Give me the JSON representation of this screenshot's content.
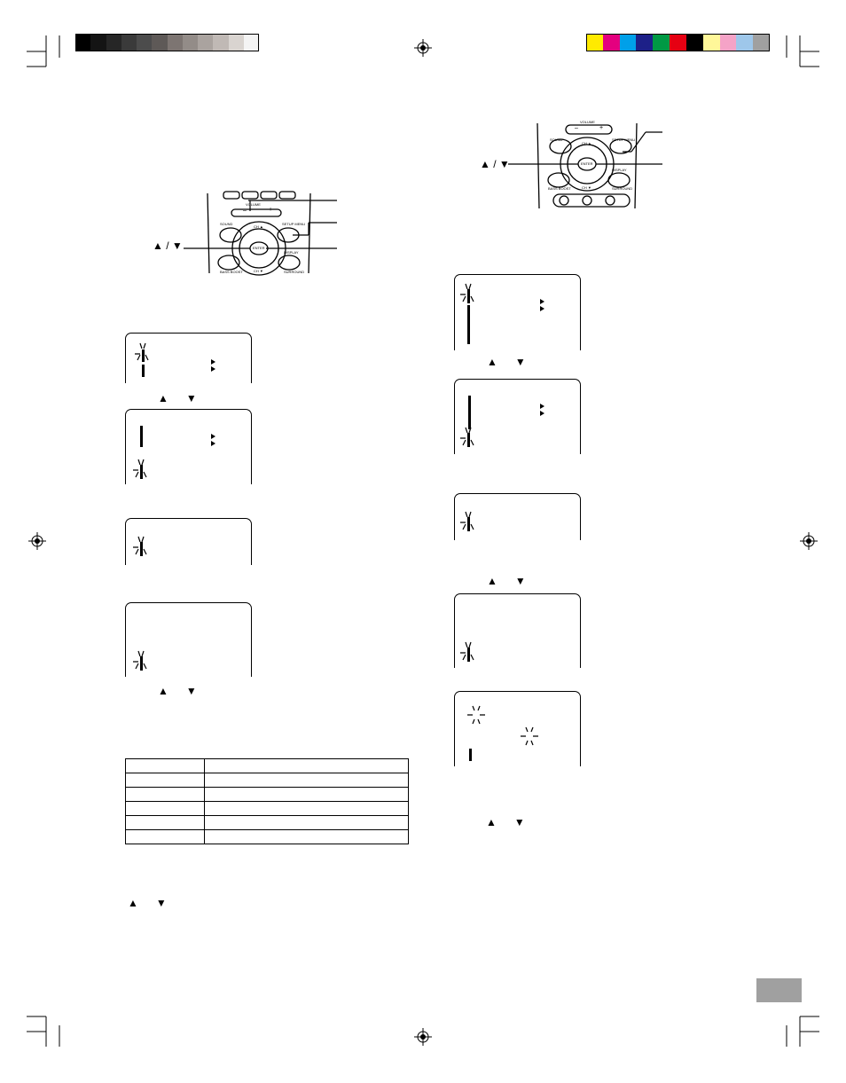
{
  "colors": {
    "grayscale_bar": [
      "#000000",
      "#141414",
      "#262626",
      "#3a3a3a",
      "#4c4c4c",
      "#5e5957",
      "#7d7572",
      "#938c88",
      "#aaa39f",
      "#c0b9b5",
      "#d9d4d0",
      "#f4f4f4"
    ],
    "color_bar": [
      "#ffea00",
      "#e4007f",
      "#00a0e9",
      "#1d2088",
      "#009944",
      "#e60012",
      "#000000",
      "#fff799",
      "#f5a3c7",
      "#9ec7ea",
      "#a0a0a0"
    ],
    "page_tab": "#a0a0a0"
  },
  "icons": {
    "registration": "registration-mark-icon",
    "crop": "crop-mark-icon",
    "up": "up-triangle-icon",
    "down": "down-triangle-icon",
    "cursor": "blinking-cursor-icon"
  },
  "remote_left": {
    "arrow_label": "▲ / ▼",
    "volume_label": "VOLUME",
    "volume_minus": "–",
    "volume_plus": "+",
    "sound_label": "SOUND",
    "setup_label": "SETUP MENU",
    "ch_up_label": "CH ▲",
    "ch_down_label": "CH ▼",
    "enter_label": "ENTER",
    "display_label": "DISPLAY",
    "bass_label": "BASS BOOST",
    "surround_label": "SURROUND"
  },
  "remote_right": {
    "arrow_label": "▲ / ▼",
    "volume_label": "VOLUME",
    "volume_minus": "–",
    "volume_plus": "+",
    "sound_label": "SOUND",
    "setup_label": "SETUP MENU",
    "ch_up_label": "CH ▲",
    "ch_down_label": "CH ▼",
    "enter_label": "ENTER",
    "display_label": "DISPLAY",
    "bass_label": "BASS BOOST",
    "surround_label": "SURROUND"
  },
  "step_arrows": {
    "up": "▲",
    "down": "▼"
  }
}
